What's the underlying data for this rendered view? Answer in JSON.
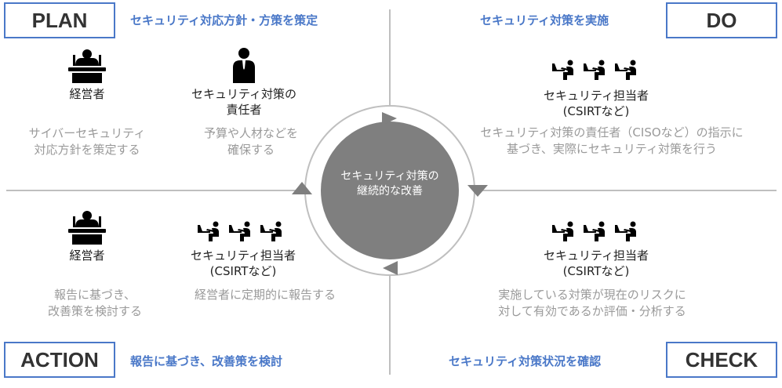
{
  "colors": {
    "accent": "#4a78c8",
    "center": "#7f7f7f",
    "line": "#bfbfbf",
    "desc": "#9a9a9a"
  },
  "center": {
    "line1": "セキュリティ対策の",
    "line2": "継続的な改善"
  },
  "plan": {
    "label": "PLAN",
    "heading": "セキュリティ対応方針・方策を策定",
    "roles": [
      {
        "icon": "executive-icon",
        "name1": "経営者",
        "name2": "",
        "desc1": "サイバーセキュリティ",
        "desc2": "対応方針を策定する"
      },
      {
        "icon": "manager-icon",
        "name1": "セキュリティ対策の",
        "name2": "責任者",
        "desc1": "予算や人材などを",
        "desc2": "確保する"
      }
    ]
  },
  "do": {
    "label": "DO",
    "heading": "セキュリティ対策を実施",
    "roles": [
      {
        "icon": "staff-icon",
        "name1": "セキュリティ担当者",
        "name2": "(CSIRTなど)",
        "desc1": "セキュリティ対策の責任者（CISOなど）の指示に",
        "desc2": "基づき、実際にセキュリティ対策を行う"
      }
    ]
  },
  "check": {
    "label": "CHECK",
    "heading": "セキュリティ対策状況を確認",
    "roles": [
      {
        "icon": "staff-icon",
        "name1": "セキュリティ担当者",
        "name2": "(CSIRTなど)",
        "desc1": "実施している対策が現在のリスクに",
        "desc2": "対して有効であるか評価・分析する"
      }
    ]
  },
  "action": {
    "label": "ACTION",
    "heading": "報告に基づき、改善策を検討",
    "roles": [
      {
        "icon": "executive-icon",
        "name1": "経営者",
        "name2": "",
        "desc1": "報告に基づき、",
        "desc2": "改善策を検討する"
      },
      {
        "icon": "staff-icon",
        "name1": "セキュリティ担当者",
        "name2": "(CSIRTなど)",
        "desc1": "経営者に定期的に報告する",
        "desc2": ""
      }
    ]
  }
}
